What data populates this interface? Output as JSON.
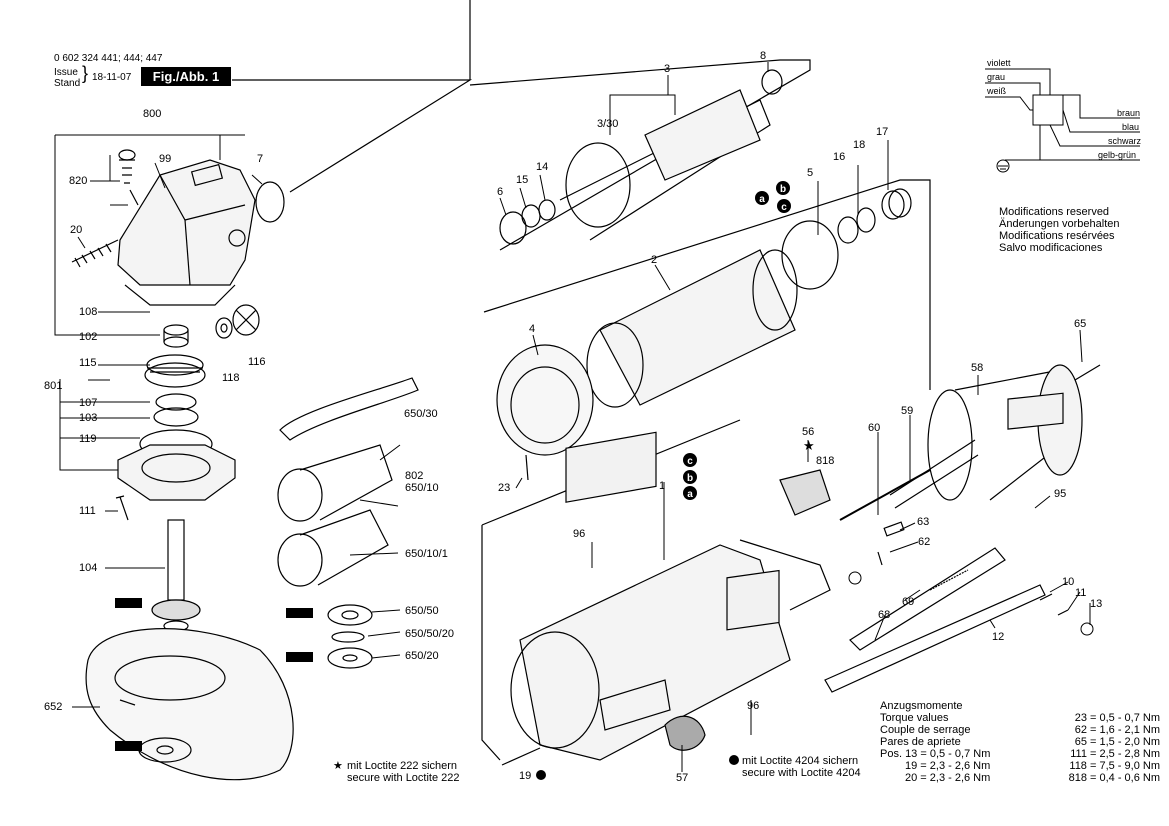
{
  "header": {
    "part_numbers": "0 602 324 441; 444; 447",
    "issue_label": "Issue",
    "stand_label": "Stand",
    "date": "18-11-07",
    "figure": "Fig./Abb. 1"
  },
  "wiring": {
    "colors": [
      "violett",
      "grau",
      "weiß",
      "braun",
      "blau",
      "schwarz",
      "gelb-grün"
    ]
  },
  "notes": [
    "Modifications reserved",
    "Änderungen vorbehalten",
    "Modifications resérvées",
    "Salvo modificaciones"
  ],
  "torque": {
    "title": "Anzugsmomente",
    "lines": [
      "Torque values",
      "Couple de serrage",
      "Pares de apriete",
      "Pos. 13 = 0,5 - 0,7 Nm",
      "19 = 2,3 - 2,6 Nm",
      "20 = 2,3 - 2,6 Nm"
    ],
    "values": [
      "23 = 0,5 - 0,7 Nm",
      "62 = 1,6 - 2,1 Nm",
      "65 = 1,5 - 2,0 Nm",
      "111 = 2,5 - 2,8 Nm",
      "118 = 7,5 - 9,0 Nm",
      "818 = 0,4 - 0,6 Nm"
    ]
  },
  "legend": {
    "star_line1": "mit Loctite 222 sichern",
    "star_line2": "secure with Loctite 222",
    "dot_line1": "mit Loctite 4204 sichern",
    "dot_line2": "secure with Loctite 4204"
  },
  "wire_letters": [
    "a",
    "b",
    "c"
  ],
  "parts": [
    "800",
    "820",
    "99",
    "7",
    "20",
    "108",
    "102",
    "115",
    "116",
    "118",
    "801",
    "107",
    "103",
    "119",
    "111",
    "104",
    "652",
    "650/30",
    "802",
    "650/10",
    "650/10/1",
    "650/50",
    "650/50/20",
    "650/20",
    "3",
    "8",
    "3/30",
    "6",
    "15",
    "14",
    "16",
    "18",
    "17",
    "5",
    "2",
    "4",
    "1",
    "96",
    "96",
    "23",
    "56",
    "818",
    "60",
    "59",
    "58",
    "65",
    "95",
    "63",
    "62",
    "69",
    "68",
    "12",
    "10",
    "11",
    "13",
    "19",
    "57"
  ]
}
